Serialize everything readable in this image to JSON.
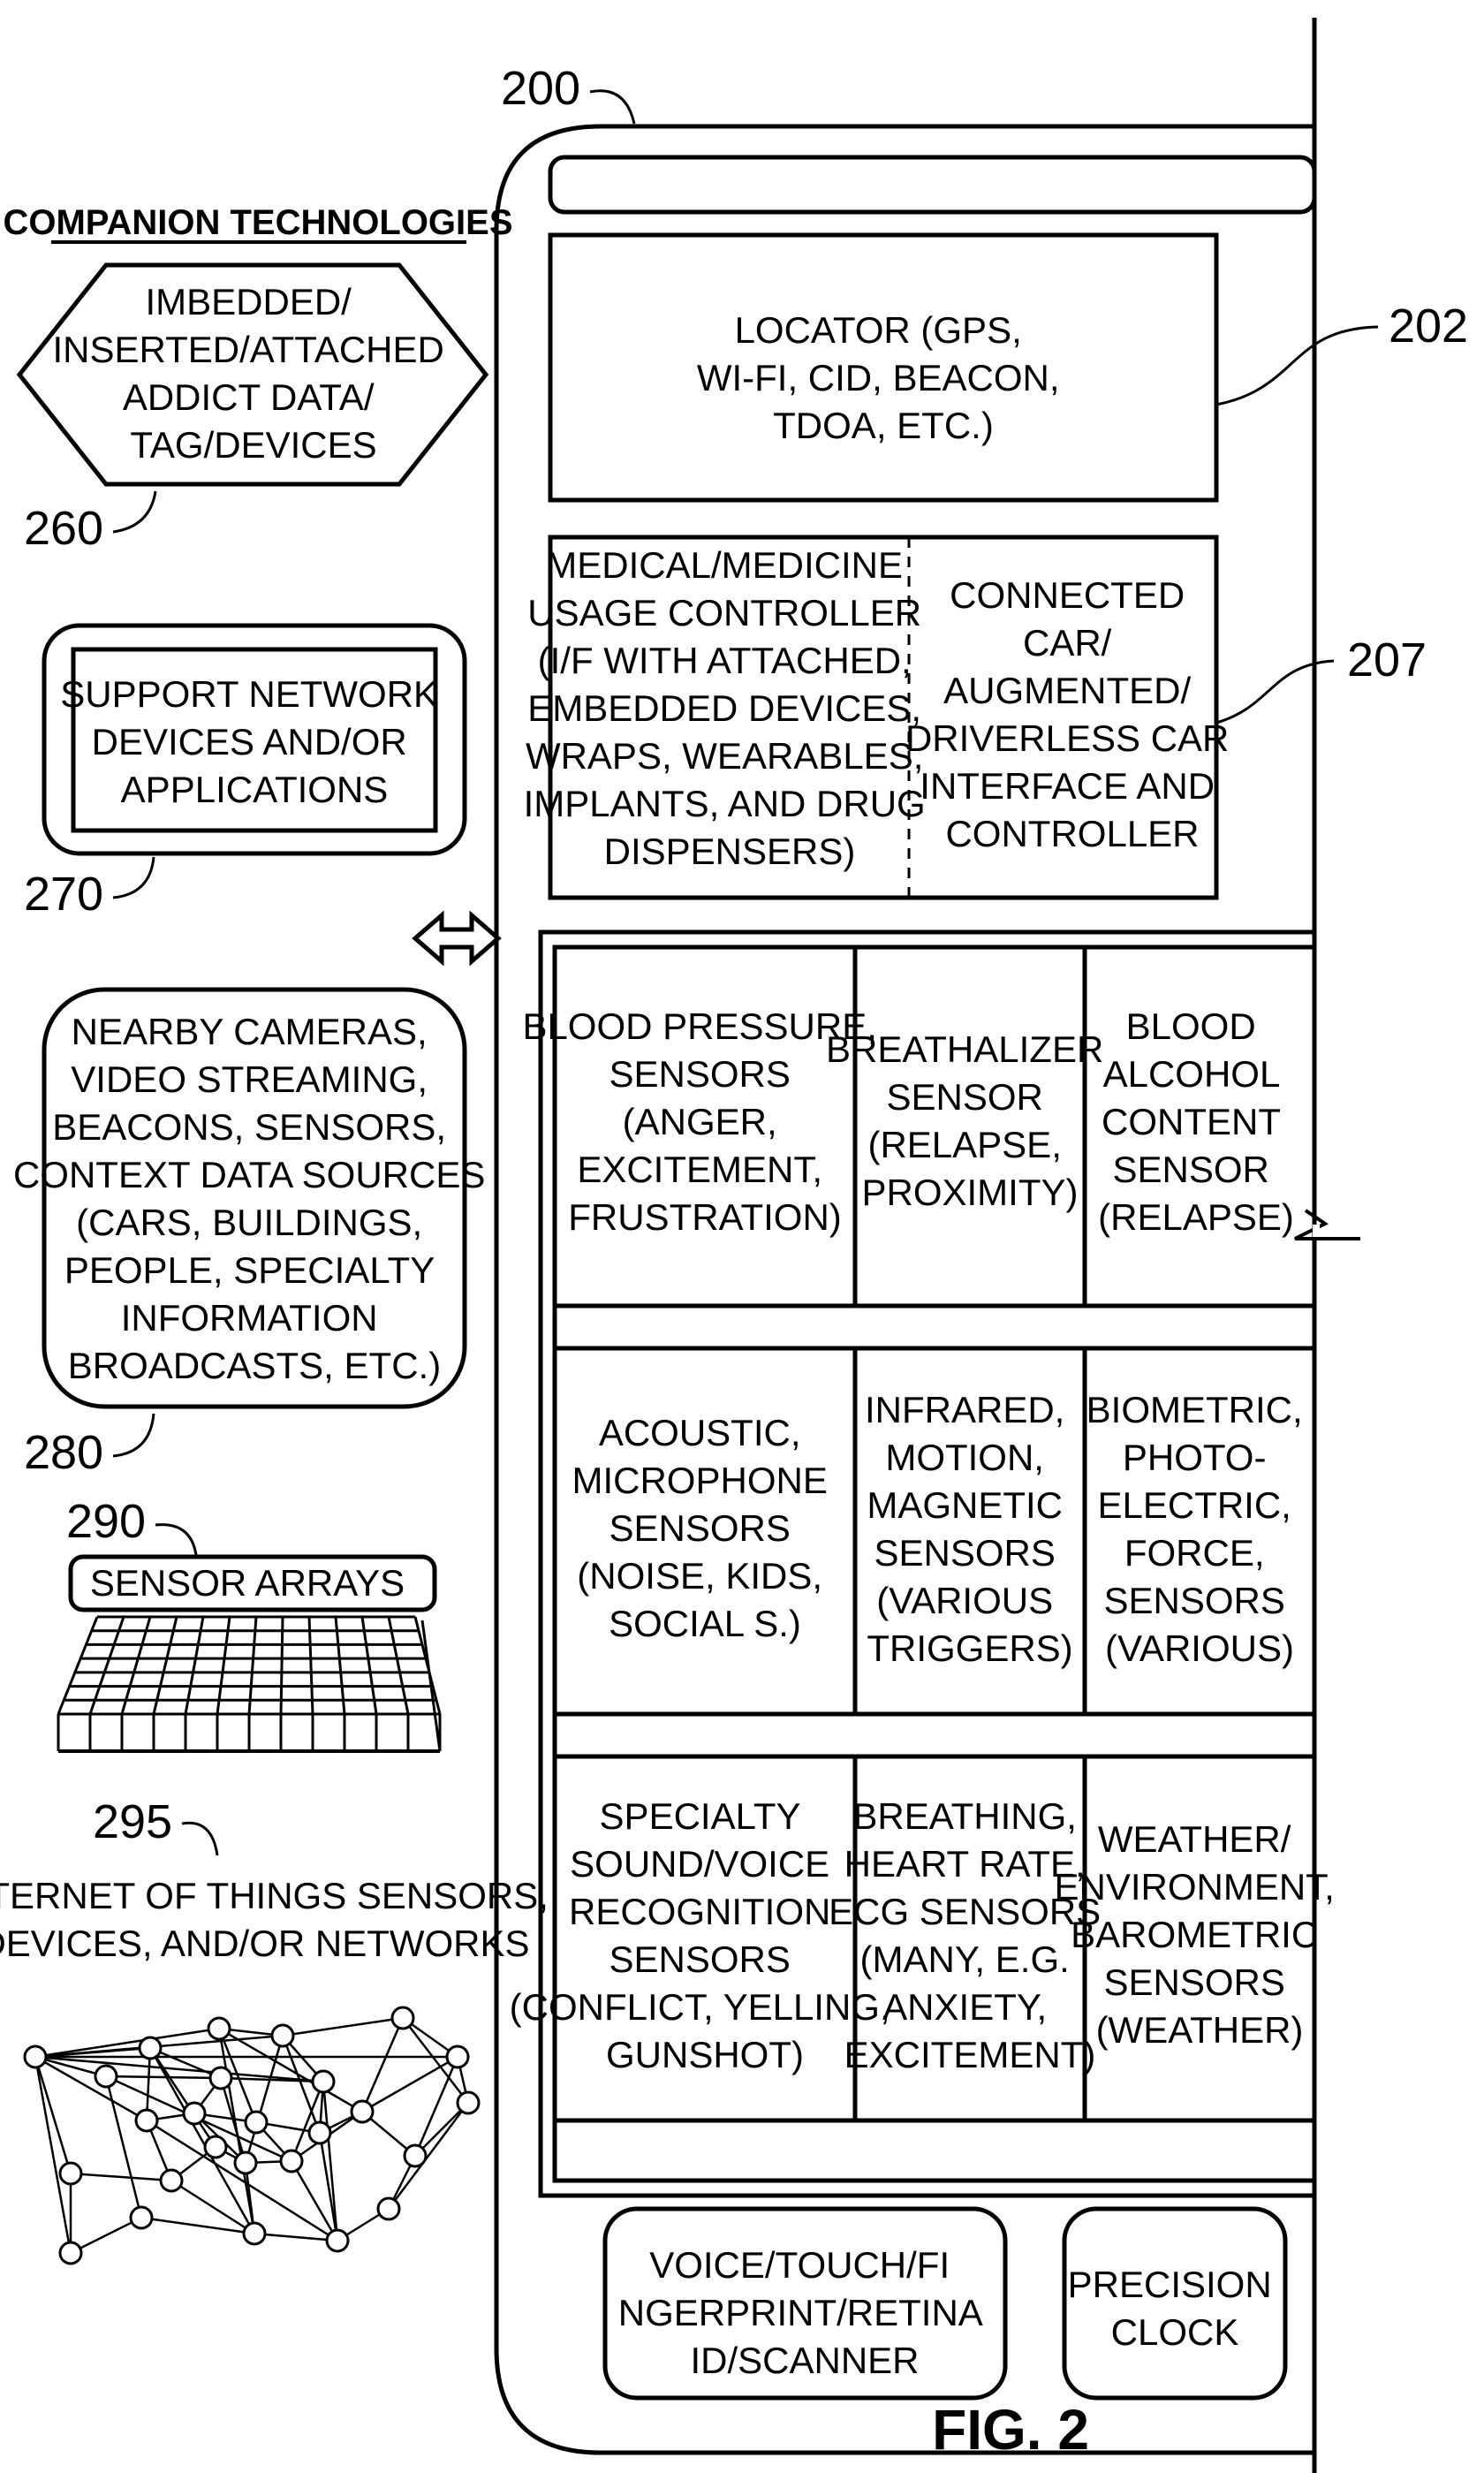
{
  "figure": {
    "label": "FIG. 2"
  },
  "device": {
    "ref": "200",
    "locator": {
      "ref": "202",
      "lines": [
        "LOCATOR (GPS,",
        "WI-FI, CID, BEACON,",
        "TDOA, ETC.)"
      ]
    },
    "medical_controller": {
      "lines": [
        "MEDICAL/MEDICINE",
        "USAGE CONTROLLER",
        "(I/F WITH ATTACHED,",
        "EMBEDDED DEVICES,",
        "WRAPS, WEARABLES,",
        "IMPLANTS, AND DRUG",
        "DISPENSERS)"
      ]
    },
    "car_interface": {
      "ref": "207",
      "lines": [
        "CONNECTED",
        "CAR/",
        "AUGMENTED/",
        "DRIVERLESS CAR",
        "INTERFACE AND",
        "CONTROLLER"
      ]
    },
    "sensors": [
      {
        "lines": [
          "BLOOD PRESSURE,",
          "SENSORS",
          "(ANGER,",
          "EXCITEMENT,",
          "FRUSTRATION)"
        ]
      },
      {
        "lines": [
          "BREATHALIZER",
          "SENSOR",
          "(RELAPSE,",
          "PROXIMITY)"
        ]
      },
      {
        "lines": [
          "BLOOD",
          "ALCOHOL",
          "CONTENT",
          "SENSOR",
          "(RELAPSE)"
        ]
      },
      {
        "lines": [
          "ACOUSTIC,",
          "MICROPHONE",
          "SENSORS",
          "(NOISE, KIDS,",
          "SOCIAL S.)"
        ]
      },
      {
        "lines": [
          "INFRARED,",
          "MOTION,",
          "MAGNETIC",
          "SENSORS",
          "(VARIOUS",
          "TRIGGERS)"
        ]
      },
      {
        "lines": [
          "BIOMETRIC,",
          "PHOTO-",
          "ELECTRIC,",
          "FORCE,",
          "SENSORS",
          "(VARIOUS)"
        ]
      },
      {
        "lines": [
          "SPECIALTY",
          "SOUND/VOICE",
          "RECOGNITION",
          "SENSORS",
          "(CONFLICT, YELLING,",
          "GUNSHOT)"
        ]
      },
      {
        "lines": [
          "BREATHING,",
          "HEART RATE,",
          "ECG SENSORS",
          "(MANY, E.G.",
          "ANXIETY,",
          "EXCITEMENT)"
        ]
      },
      {
        "lines": [
          "WEATHER/",
          "ENVIRONMENT,",
          "BAROMETRIC",
          "SENSORS",
          "(WEATHER)"
        ]
      }
    ],
    "id_scanner": {
      "lines": [
        "VOICE/TOUCH/FI",
        "NGERPRINT/RETINA",
        "ID/SCANNER"
      ]
    },
    "precision_clock": {
      "lines": [
        "PRECISION",
        "CLOCK"
      ]
    }
  },
  "companion": {
    "heading": "COMPANION TECHNOLOGIES",
    "addict_tag": {
      "ref": "260",
      "lines": [
        "IMBEDDED/",
        "INSERTED/ATTACHED",
        "ADDICT DATA/",
        "TAG/DEVICES"
      ]
    },
    "support_network": {
      "ref": "270",
      "lines": [
        "SUPPORT NETWORK",
        "DEVICES AND/OR",
        "APPLICATIONS"
      ]
    },
    "context_sources": {
      "ref": "280",
      "lines": [
        "NEARBY CAMERAS,",
        "VIDEO STREAMING,",
        "BEACONS, SENSORS,",
        "CONTEXT DATA SOURCES",
        "(CARS, BUILDINGS,",
        "PEOPLE, SPECIALTY",
        "INFORMATION",
        "BROADCASTS, ETC.)"
      ]
    },
    "sensor_arrays": {
      "ref": "290",
      "label": "SENSOR ARRAYS"
    },
    "iot": {
      "ref": "295",
      "lines": [
        "INTERNET OF THINGS SENSORS,",
        "DEVICES, AND/OR NETWORKS"
      ]
    }
  }
}
